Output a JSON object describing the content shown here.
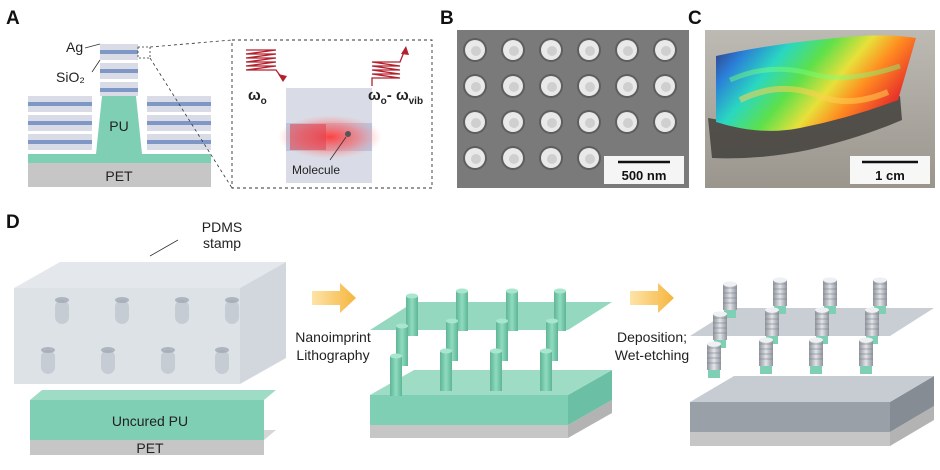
{
  "panels": {
    "a": {
      "letter": "A",
      "label_ag": "Ag",
      "label_sio2": "SiO₂",
      "label_pu": "PU",
      "label_pet": "PET",
      "label_omega_in": "ω",
      "label_omega_in_sub": "o",
      "label_omega_out": "ω",
      "label_omega_out_sub": "o",
      "label_omega_out_sep": "- ω",
      "label_omega_out_vib": "vib",
      "label_molecule": "Molecule"
    },
    "b": {
      "letter": "B",
      "scalebar": "500 nm"
    },
    "c": {
      "letter": "C",
      "scalebar": "1 cm"
    },
    "d": {
      "letter": "D",
      "label_pdms_1": "PDMS",
      "label_pdms_2": "stamp",
      "label_uncured_pu": "Uncured PU",
      "label_pet": "PET",
      "step1_line1": "Nanoimprint",
      "step1_line2": "Lithography",
      "step2_line1": "Deposition;",
      "step2_line2": "Wet-etching"
    }
  },
  "colors": {
    "pu_green": "#7fcfb4",
    "pet_gray": "#c6c6c6",
    "ag_layer": "#d9dce6",
    "sio2_layer": "#7f97c4",
    "laser_red": "#b3202e",
    "arrow_orange": "#f6b53e",
    "sem_bg": "#7a7a7a"
  }
}
